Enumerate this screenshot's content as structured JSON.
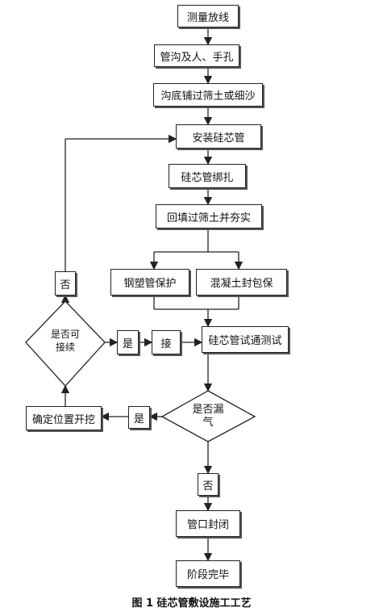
{
  "steps": {
    "survey": "测量放线",
    "trench": "管沟及人、手孔",
    "bedding": "沟底铺过筛土或细沙",
    "install": "安装硅芯管",
    "bind": "硅芯管绑扎",
    "backfill": "回填过筛土并夯实",
    "steel_protect": "钢塑管保护",
    "concrete_protect": "混凝土封包保",
    "test": "硅芯管试通测试",
    "relocate": "确定位置开挖",
    "seal": "管口封闭",
    "finish": "阶段完毕"
  },
  "decisions": {
    "connectable": "是否可接续",
    "leak": "是否漏气"
  },
  "branch_labels": {
    "no_left": "否",
    "yes_connect": "是",
    "connect": "接",
    "yes_leak": "是",
    "no_bottom": "否"
  },
  "caption": "图 1 硅芯管敷设施工工艺"
}
